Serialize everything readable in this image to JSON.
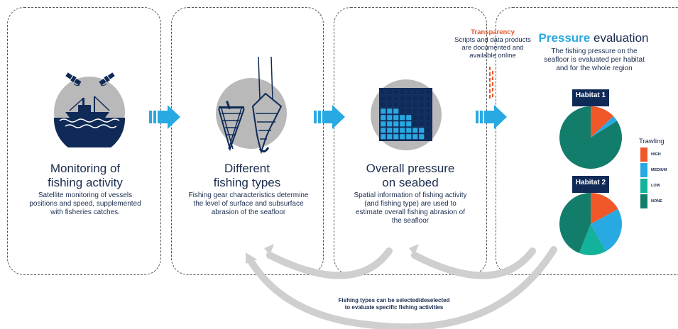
{
  "panels": [
    {
      "heading_line1": "Monitoring of",
      "heading_line2": "fishing activity",
      "desc_line1": "Satellite monitoring of vessels",
      "desc_line2": "positions and speed, supplemented",
      "desc_line3": "with fisheries catches."
    },
    {
      "heading_line1": "Different",
      "heading_line2": "fishing types",
      "desc_line1": "Fishing gear characteristics determine",
      "desc_line2": "the level of surface and subsurface",
      "desc_line3": "abrasion of the seafloor"
    },
    {
      "heading_line1": "Overall pressure",
      "heading_line2": "on seabed",
      "desc_line1": "Spatial information of fishing activity",
      "desc_line2": "(and fishing type) are used to",
      "desc_line3": "estimate overall fishing abrasion of",
      "desc_line4": "the seafloor"
    }
  ],
  "transparency": {
    "title": "Transparency",
    "line1": "Scripts and data products",
    "line2": "are documented and",
    "line3": "available online"
  },
  "evaluation": {
    "title_bold": "Pressure",
    "title_rest": " evaluation",
    "line1": "The fishing pressure on the",
    "line2": "seafloor is evaluated per habitat",
    "line3": "and for the whole region"
  },
  "habitats": [
    {
      "label": "Habitat 1",
      "shares": {
        "HIGH": 0.13,
        "MEDIUM": 0.03,
        "LOW": 0.0,
        "NONE": 0.84
      }
    },
    {
      "label": "Habitat 2",
      "shares": {
        "HIGH": 0.17,
        "MEDIUM": 0.25,
        "LOW": 0.14,
        "NONE": 0.44
      }
    }
  ],
  "legend": {
    "title": "Trawling",
    "items": [
      {
        "label": "HIGH",
        "color": "#f0582a"
      },
      {
        "label": "MEDIUM",
        "color": "#29a9e1"
      },
      {
        "label": "LOW",
        "color": "#12b39a"
      },
      {
        "label": "NONE",
        "color": "#137d6b"
      }
    ]
  },
  "footer": {
    "line1": "Fishing types can be selected/deselected",
    "line2": "to evaluate specific fishing activities"
  },
  "colors": {
    "navy": "#0f2a57",
    "grey": "#b9b9b9",
    "arrow_blue": "#29a9e1",
    "orange": "#e8572a"
  }
}
